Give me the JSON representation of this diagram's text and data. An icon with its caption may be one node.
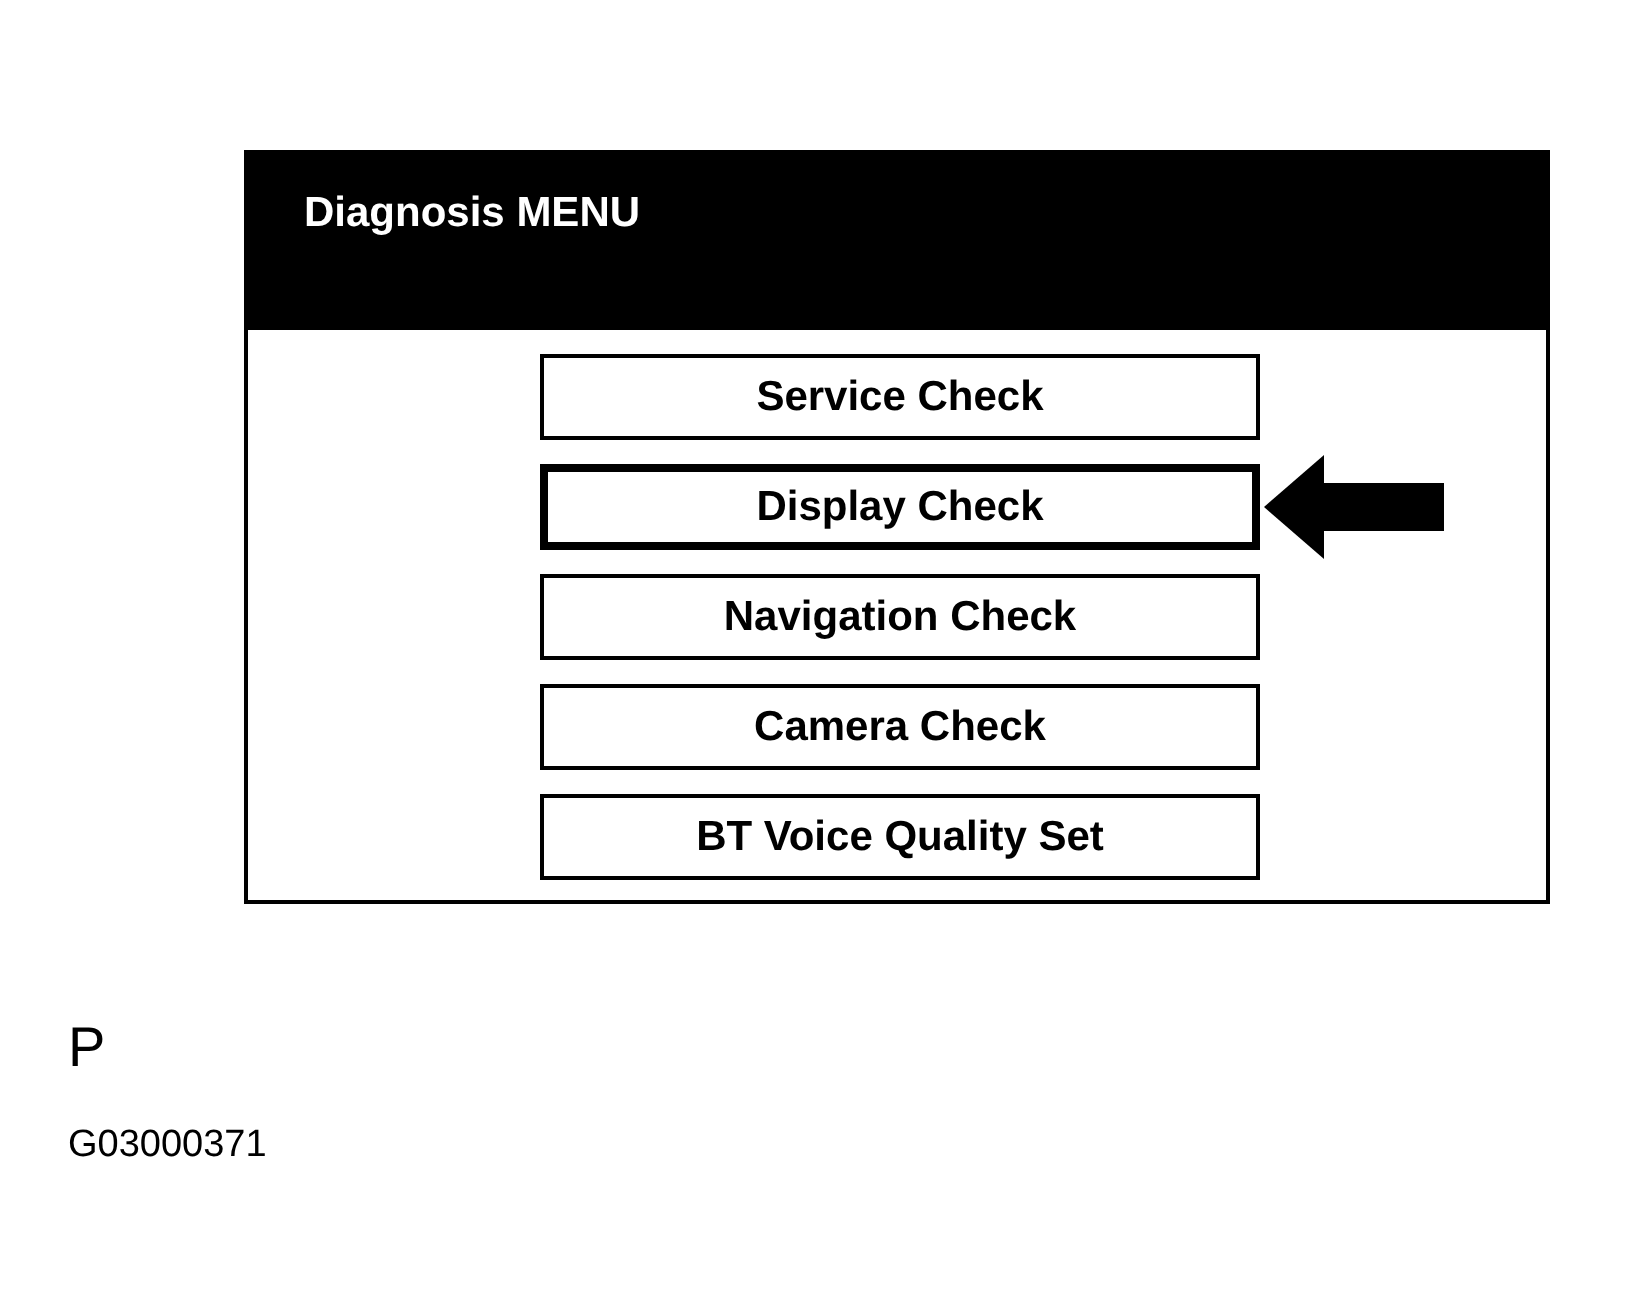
{
  "diagram": {
    "nodes": [
      {
        "text": [
          "Diagnosis MENU"
        ]
      },
      {
        "text": [
          "Service Check"
        ],
        "in": 0
      },
      {
        "text": [
          "Display Check"
        ],
        "in": 0
      },
      {
        "text": [
          "Navigation Check"
        ],
        "in": 0
      },
      {
        "text": [
          "Camera Check"
        ],
        "in": 0
      },
      {
        "text": [
          "BT Voice Quality Set"
        ],
        "in": 0
      }
    ],
    "edges": [
      {
        "from": null,
        "to": 2,
        "arrow": "to"
      }
    ],
    "labels": [
      "P",
      "G03000371"
    ]
  }
}
